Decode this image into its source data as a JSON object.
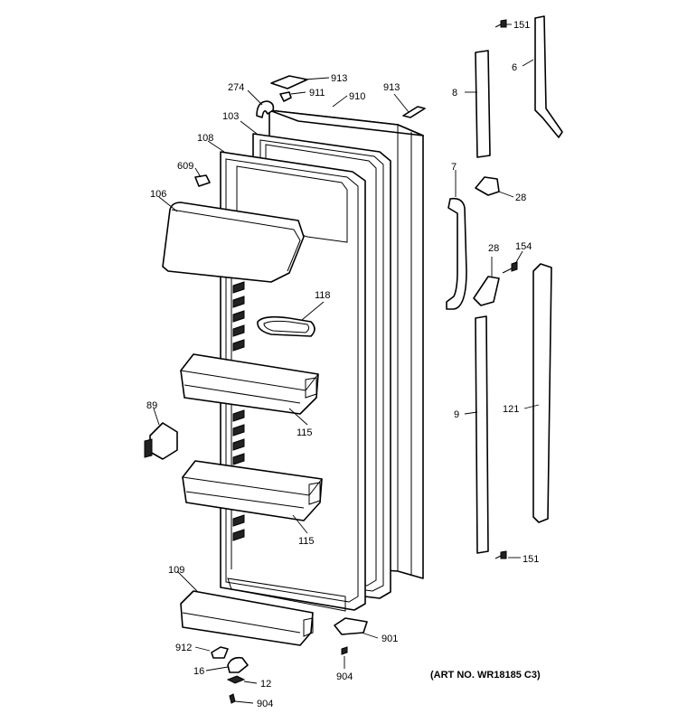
{
  "caption": "(ART NO. WR18185 C3)",
  "callouts": [
    {
      "id": "151_top",
      "label": "151"
    },
    {
      "id": "6",
      "label": "6"
    },
    {
      "id": "913_top",
      "label": "913"
    },
    {
      "id": "274",
      "label": "274"
    },
    {
      "id": "911",
      "label": "911"
    },
    {
      "id": "910",
      "label": "910"
    },
    {
      "id": "913_right",
      "label": "913"
    },
    {
      "id": "8",
      "label": "8"
    },
    {
      "id": "103",
      "label": "103"
    },
    {
      "id": "108",
      "label": "108"
    },
    {
      "id": "609",
      "label": "609"
    },
    {
      "id": "7",
      "label": "7"
    },
    {
      "id": "28_top",
      "label": "28"
    },
    {
      "id": "106",
      "label": "106"
    },
    {
      "id": "28_mid",
      "label": "28"
    },
    {
      "id": "154",
      "label": "154"
    },
    {
      "id": "118",
      "label": "118"
    },
    {
      "id": "89",
      "label": "89"
    },
    {
      "id": "9",
      "label": "9"
    },
    {
      "id": "121",
      "label": "121"
    },
    {
      "id": "115_upper",
      "label": "115"
    },
    {
      "id": "115_lower",
      "label": "115"
    },
    {
      "id": "151_bottom",
      "label": "151"
    },
    {
      "id": "109",
      "label": "109"
    },
    {
      "id": "901",
      "label": "901"
    },
    {
      "id": "912",
      "label": "912"
    },
    {
      "id": "904_right",
      "label": "904"
    },
    {
      "id": "16",
      "label": "16"
    },
    {
      "id": "12",
      "label": "12"
    },
    {
      "id": "904_bottom",
      "label": "904"
    }
  ]
}
